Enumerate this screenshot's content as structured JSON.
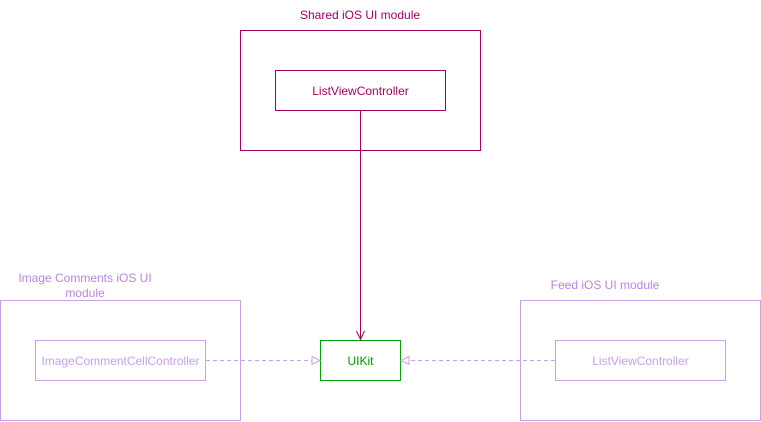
{
  "colors": {
    "shared": "#a50060",
    "module": "#b985dc",
    "uikit_stroke": "#0aa00a",
    "uikit_fill": "#ffffff",
    "uikit_text": "#009900"
  },
  "shared_module": {
    "title": "Shared iOS UI module",
    "component": "ListViewController"
  },
  "comments_module": {
    "title_line1": "Image Comments iOS UI",
    "title_line2": "module",
    "component": "ImageCommentCellController"
  },
  "feed_module": {
    "title": "Feed iOS UI module",
    "component": "ListViewController"
  },
  "uikit": {
    "label": "UIKit"
  }
}
